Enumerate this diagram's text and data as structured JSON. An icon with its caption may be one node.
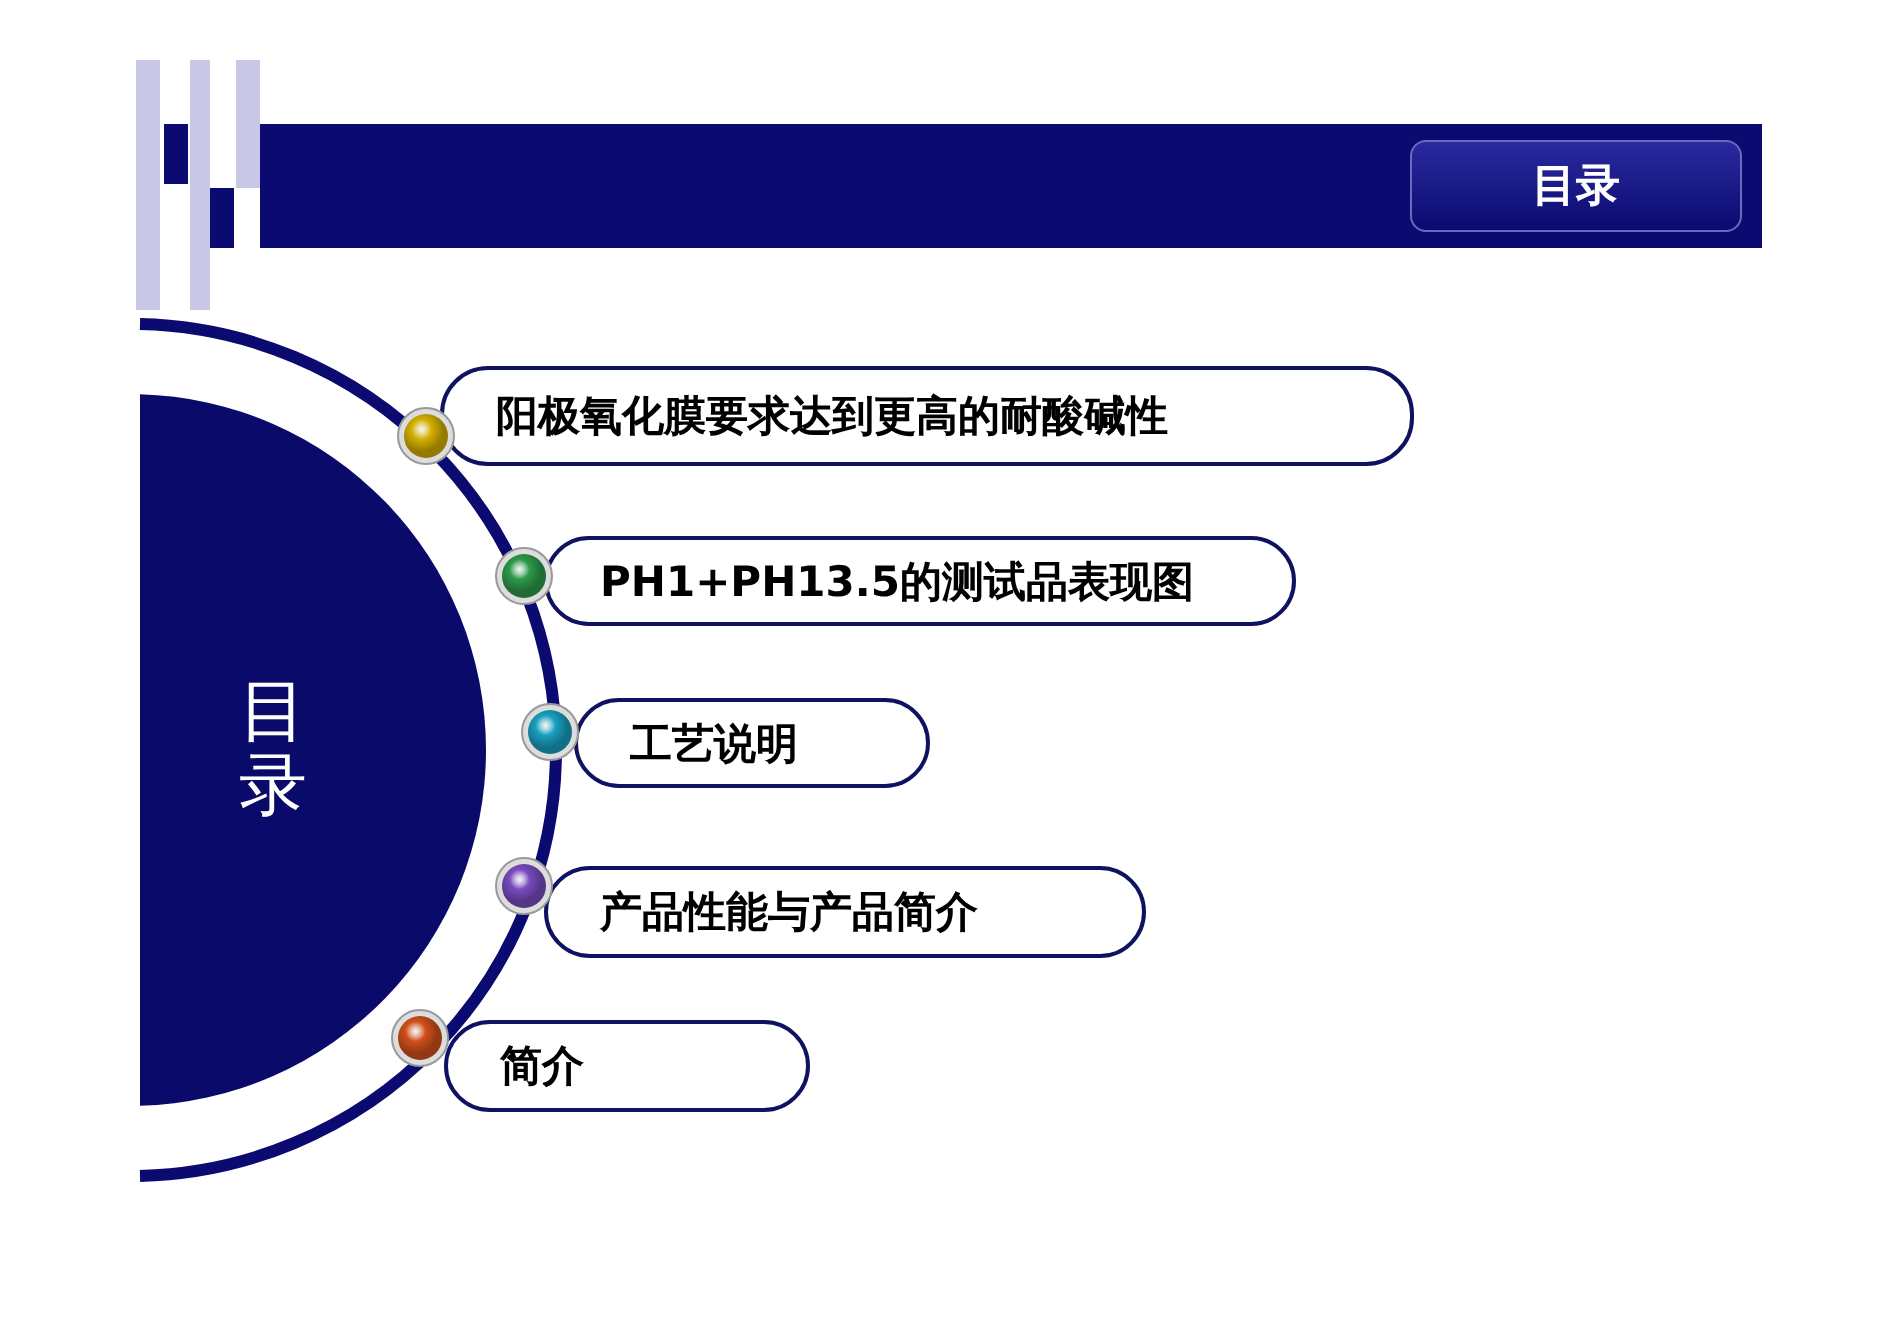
{
  "diagram": {
    "nodes": [
      {
        "text": [
          "目录"
        ]
      },
      {
        "text": [
          "目录"
        ]
      },
      {
        "text": [
          "阳极氧化膜要求达到更高的耐酸碱性"
        ]
      },
      {
        "text": [
          "PH1+PH13.5的测试品表现图"
        ]
      },
      {
        "text": [
          "工艺说明"
        ]
      },
      {
        "text": [
          "产品性能与产品简介"
        ]
      },
      {
        "text": [
          "简介"
        ]
      }
    ]
  }
}
